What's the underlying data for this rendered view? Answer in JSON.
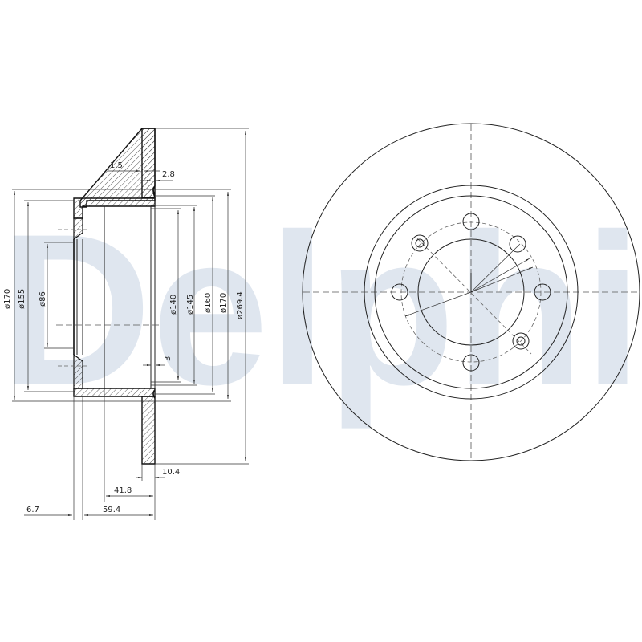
{
  "watermark": {
    "text": "Delphi",
    "color": "#dfe6ef"
  },
  "section_view": {
    "dimensions": {
      "d170_left": "ø170",
      "d155": "ø155",
      "d86": "ø86",
      "d140": "ø140",
      "d145": "ø145",
      "d160": "ø160",
      "d170_right": "ø170",
      "d269": "ø269.4",
      "t1_5": "1.5",
      "t2_8": "2.8",
      "t3": "3",
      "t10_4": "10.4",
      "h41_8": "41.8",
      "h59_4": "59.4",
      "h6_7": "6.7"
    }
  },
  "front_view": {
    "bolt_holes": 6,
    "line_color": "#222222"
  }
}
